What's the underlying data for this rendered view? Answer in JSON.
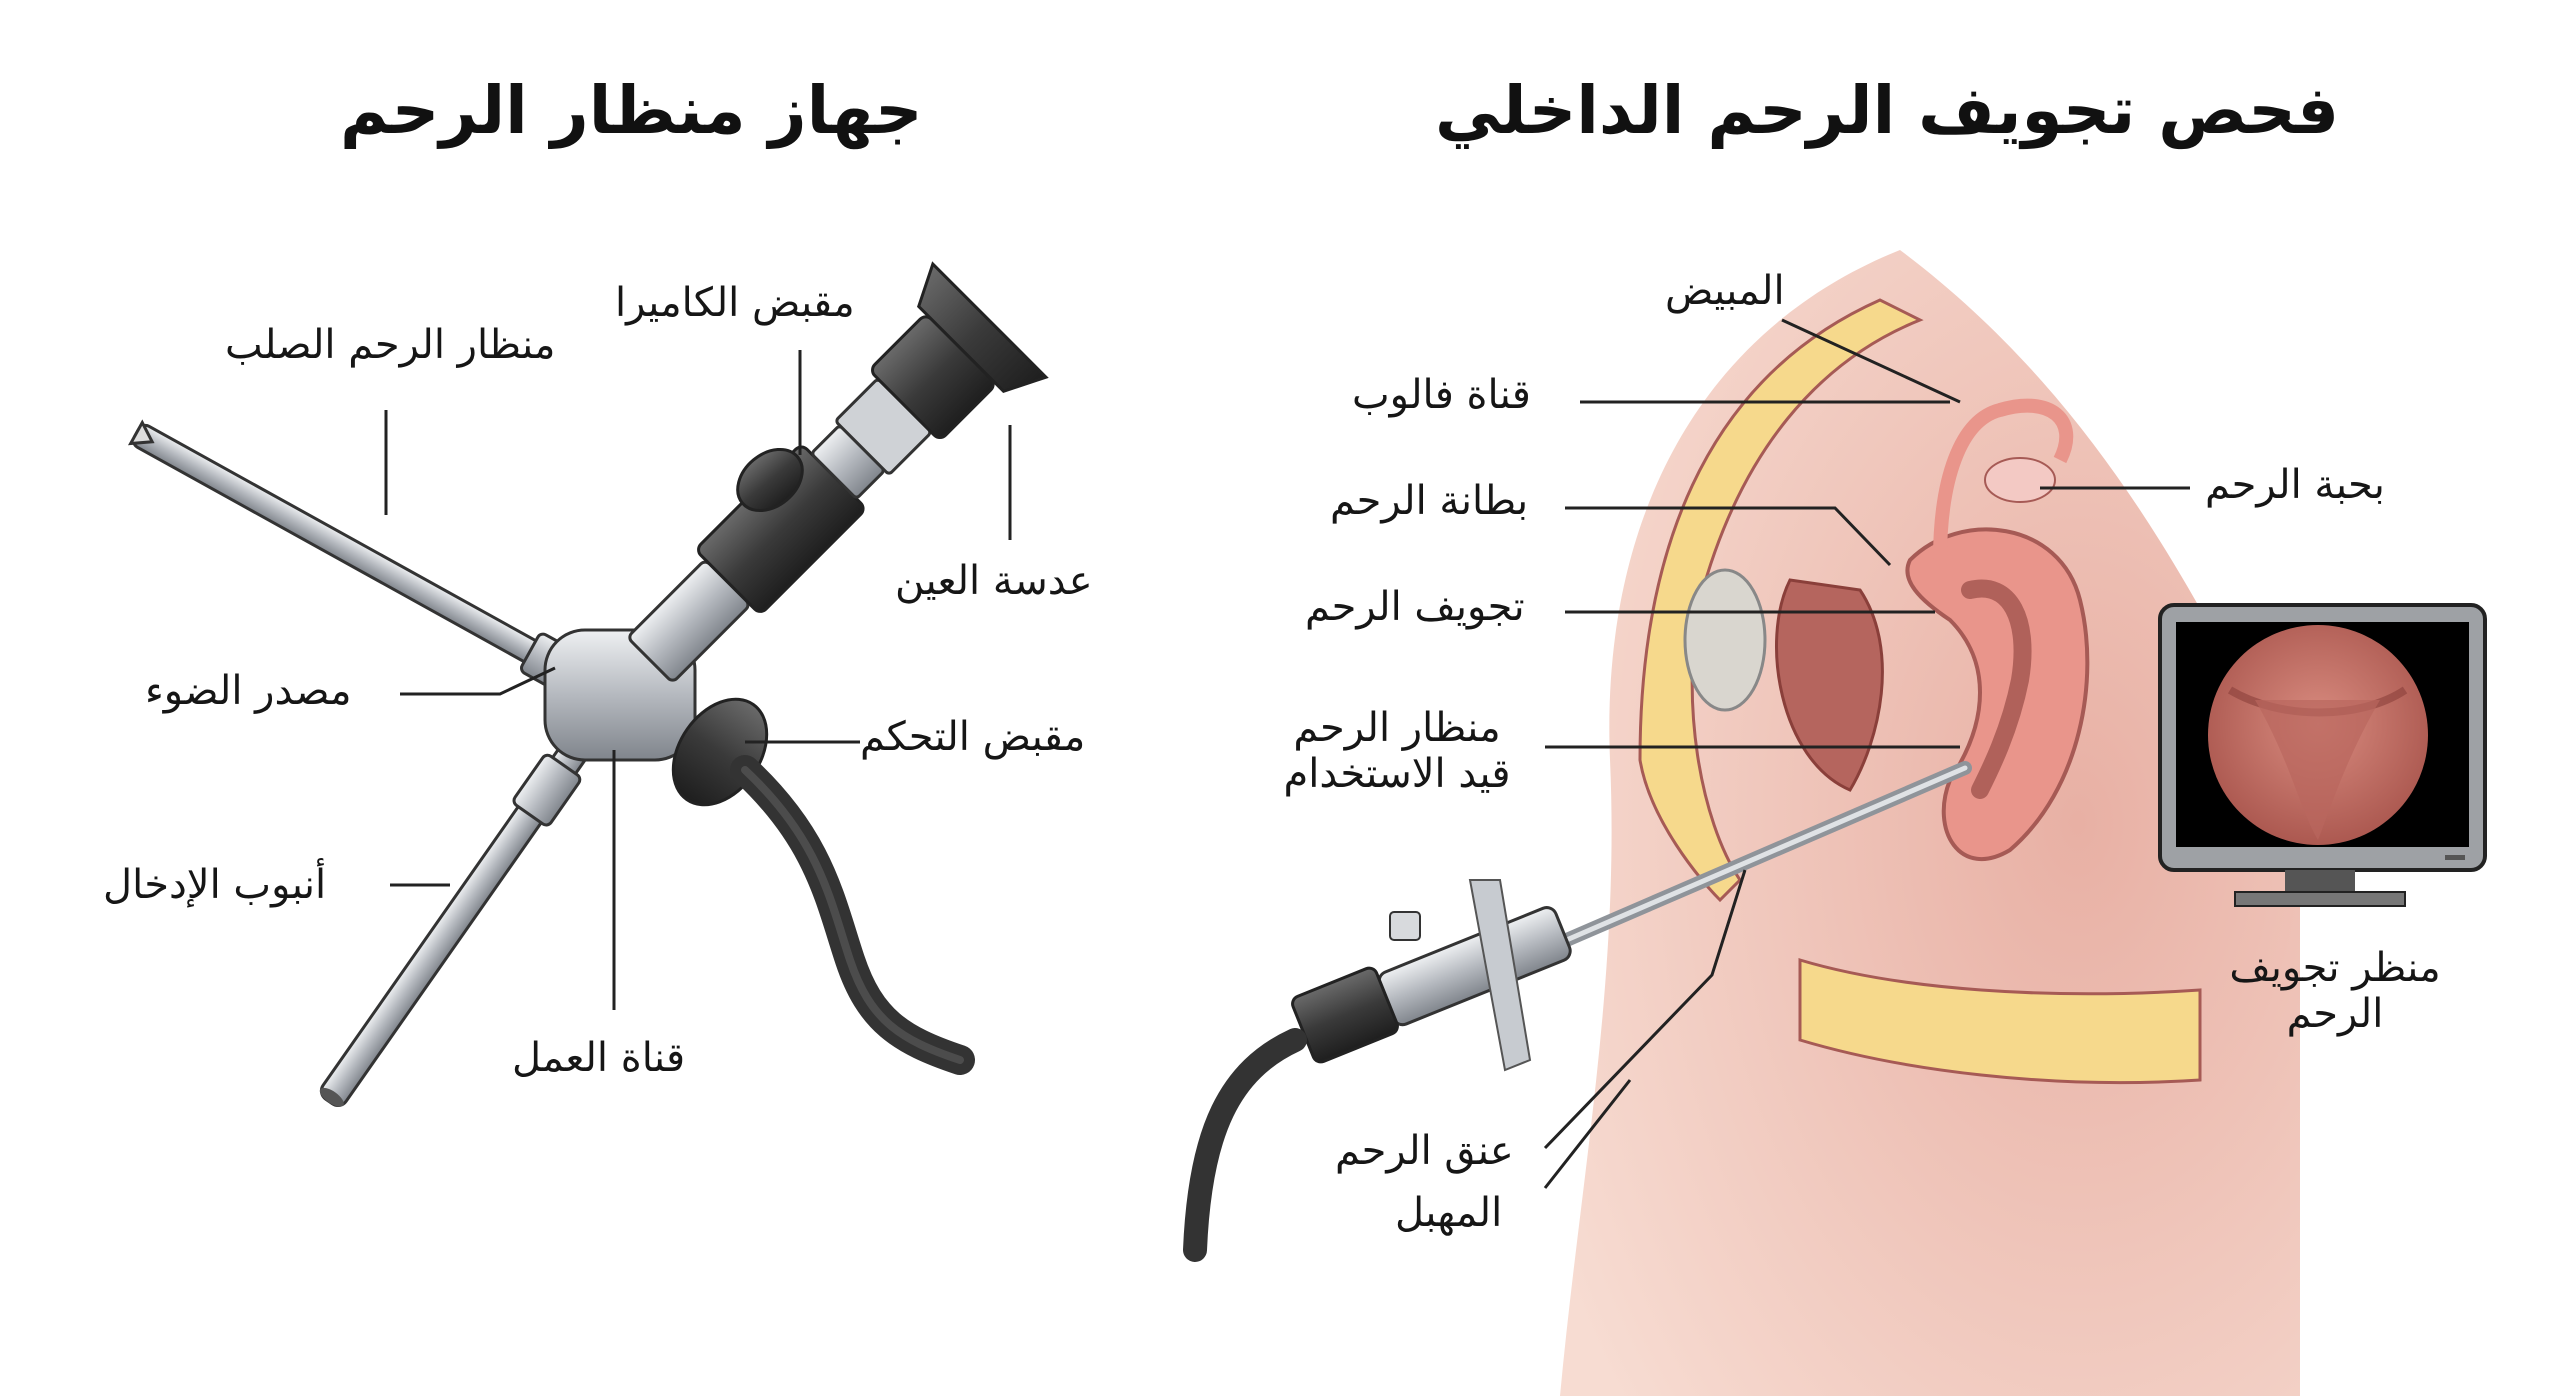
{
  "left_panel": {
    "title": "جهاز منظار الرحم",
    "labels": {
      "rigid_hysteroscope": "منظار الرحم الصلب",
      "camera_handle": "مقبض الكاميرا",
      "eyepiece": "عدسة العين",
      "light_source": "مصدر الضوء",
      "control_handle": "مقبض التحكم",
      "insertion_tube": "أنبوب الإدخال",
      "working_channel": "قناة العمل"
    }
  },
  "right_panel": {
    "title": "فحص تجويف الرحم الداخلي",
    "labels": {
      "ovary": "المبيض",
      "fallopian_tube": "قناة فالوب",
      "endometrium": "بطانة الرحم",
      "uterine_cavity": "تجويف الرحم",
      "hysteroscope_in_use_line1": "منظار الرحم",
      "hysteroscope_in_use_line2": "قيد الاستخدام",
      "uterine_fundus": "بحبة الرحم",
      "hysteroscopy_monitor_line1": "منظر تجويف",
      "hysteroscopy_monitor_line2": "الرحم",
      "cervix": "عنق الرحم",
      "vagina": "المهبل"
    }
  },
  "colors": {
    "tissue_pink": "#e9958b",
    "tissue_dark": "#a65a55",
    "fat_yellow": "#f6d98c",
    "skin": "#f1c4b3",
    "metal": "#b8bcc2",
    "rubber": "#3a3a3a",
    "monitor_frame": "#9ea1a5",
    "screen": "#000000"
  }
}
